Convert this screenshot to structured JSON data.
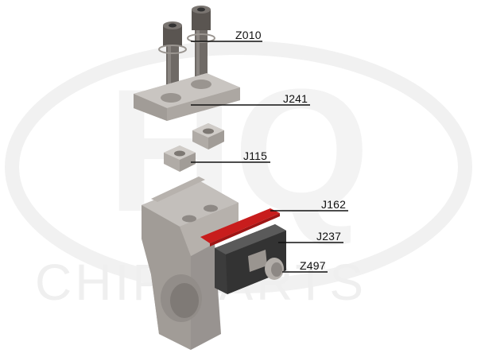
{
  "watermark": {
    "logo_letters": "HQ",
    "text": "CHIP PARTS"
  },
  "parts": [
    {
      "id": "z010",
      "label": "Z010"
    },
    {
      "id": "j241",
      "label": "J241"
    },
    {
      "id": "j115",
      "label": "J115"
    },
    {
      "id": "j162",
      "label": "J162"
    },
    {
      "id": "j237",
      "label": "J237"
    },
    {
      "id": "z497",
      "label": "Z497"
    }
  ],
  "colors": {
    "body_gray": "#b2ada8",
    "body_dark": "#8f8a85",
    "body_light": "#c9c5c1",
    "red_shim": "#c81d1d",
    "clamp_dark": "#3a3a3a",
    "leader": "#111111"
  }
}
